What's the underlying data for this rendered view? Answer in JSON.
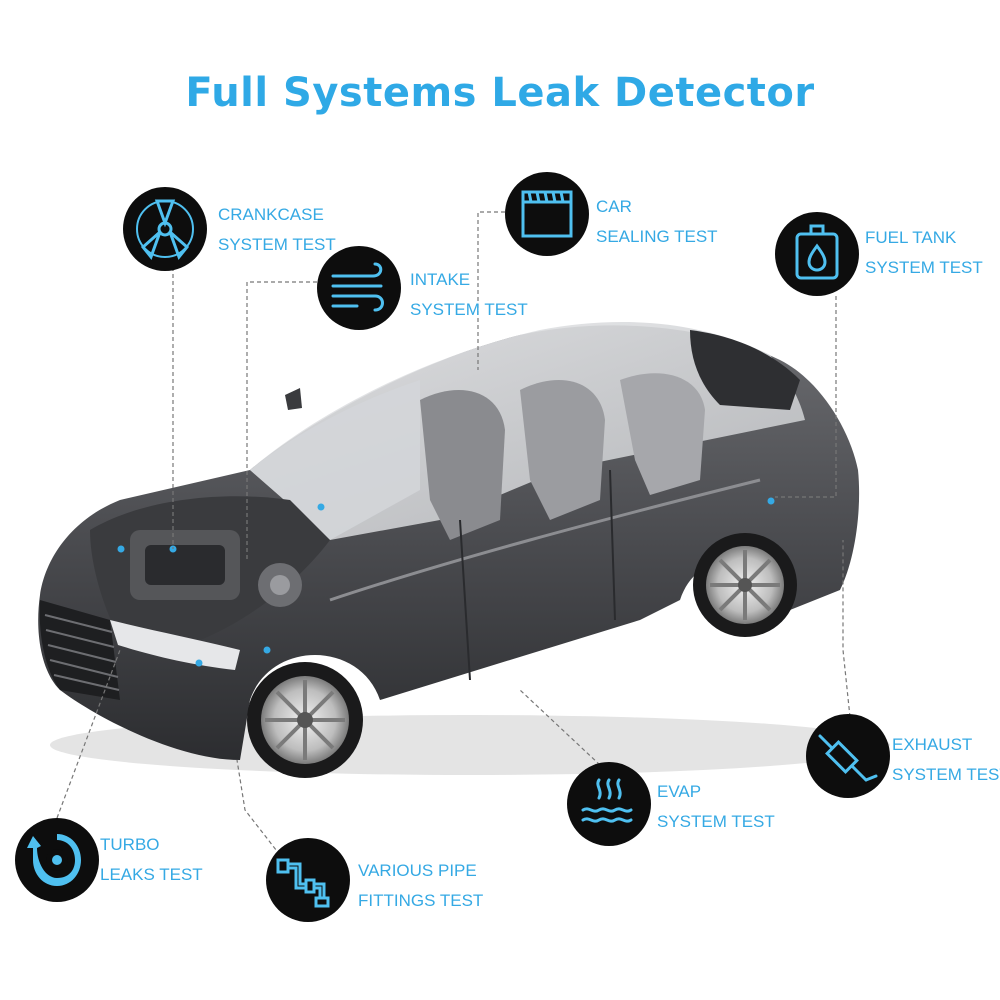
{
  "title": "Full Systems Leak Detector",
  "accent_color": "#35a9e4",
  "car_color": "#4a4b4f",
  "features": [
    {
      "id": "crankcase",
      "icon": "fan-icon",
      "line1": "CRANKCASE",
      "line2": "SYSTEM TEST"
    },
    {
      "id": "intake",
      "icon": "wind-icon",
      "line1": "INTAKE",
      "line2": "SYSTEM TEST"
    },
    {
      "id": "car-sealing",
      "icon": "window-icon",
      "line1": "CAR",
      "line2": "SEALING TEST"
    },
    {
      "id": "fuel-tank",
      "icon": "fuel-tank-icon",
      "line1": "FUEL TANK",
      "line2": "SYSTEM TEST"
    },
    {
      "id": "exhaust",
      "icon": "exhaust-pipe-icon",
      "line1": "EXHAUST",
      "line2": "SYSTEM TEST"
    },
    {
      "id": "evap",
      "icon": "evaporation-icon",
      "line1": "EVAP",
      "line2": "SYSTEM TEST"
    },
    {
      "id": "turbo",
      "icon": "turbo-icon",
      "line1": "TURBO",
      "line2": "LEAKS TEST"
    },
    {
      "id": "pipe",
      "icon": "pipe-fittings-icon",
      "line1": "VARIOUS PIPE",
      "line2": "FITTINGS TEST"
    }
  ]
}
